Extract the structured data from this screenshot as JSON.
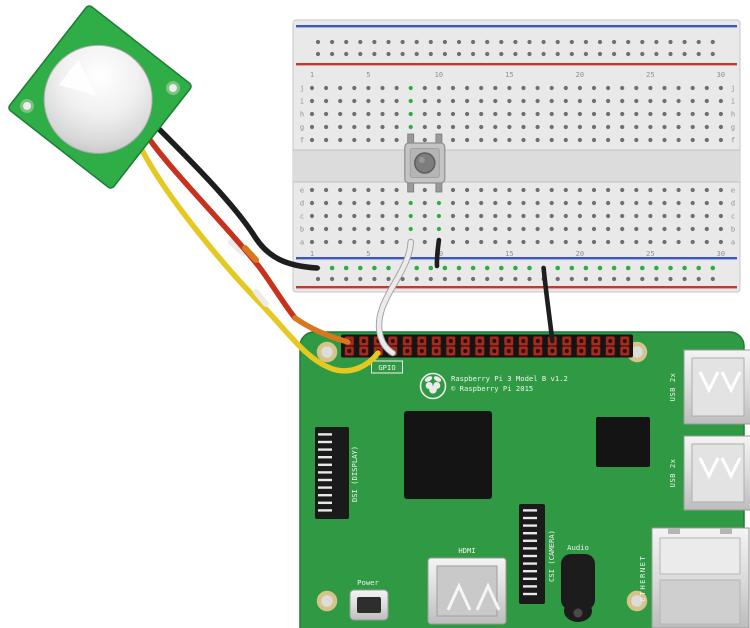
{
  "breadboard": {
    "column_numbers": [
      "1",
      "5",
      "10",
      "15",
      "20",
      "25",
      "30"
    ],
    "row_letters_top": [
      "j",
      "i",
      "h",
      "g",
      "f"
    ],
    "row_letters_bottom": [
      "e",
      "d",
      "c",
      "b",
      "a"
    ],
    "rail_positive_color": "#c23a2e",
    "rail_negative_color": "#3c55c0",
    "connected_hole_color": "#2fae3f",
    "body_color": "#e9e9e9"
  },
  "pir_sensor": {
    "board_color": "#2fae47"
  },
  "raspberry_pi": {
    "board_color": "#2f9a43",
    "title": "Raspberry Pi 3 Model B v1.2",
    "copyright": "© Raspberry Pi 2015",
    "labels": {
      "gpio": "GPIO",
      "power": "Power",
      "hdmi": "HDMI",
      "audio": "Audio",
      "csi": "CSI (CAMERA)",
      "dsi": "DSI (DISPLAY)",
      "ethernet": "ETHERNET",
      "usb_top": "USB 2x",
      "usb_bottom": "USB 2x"
    }
  },
  "wires": {
    "black": "#1e1e1e",
    "red": "#c6321c",
    "orange": "#d9771e",
    "yellow": "#e5c822",
    "white": "#ebebeb"
  }
}
